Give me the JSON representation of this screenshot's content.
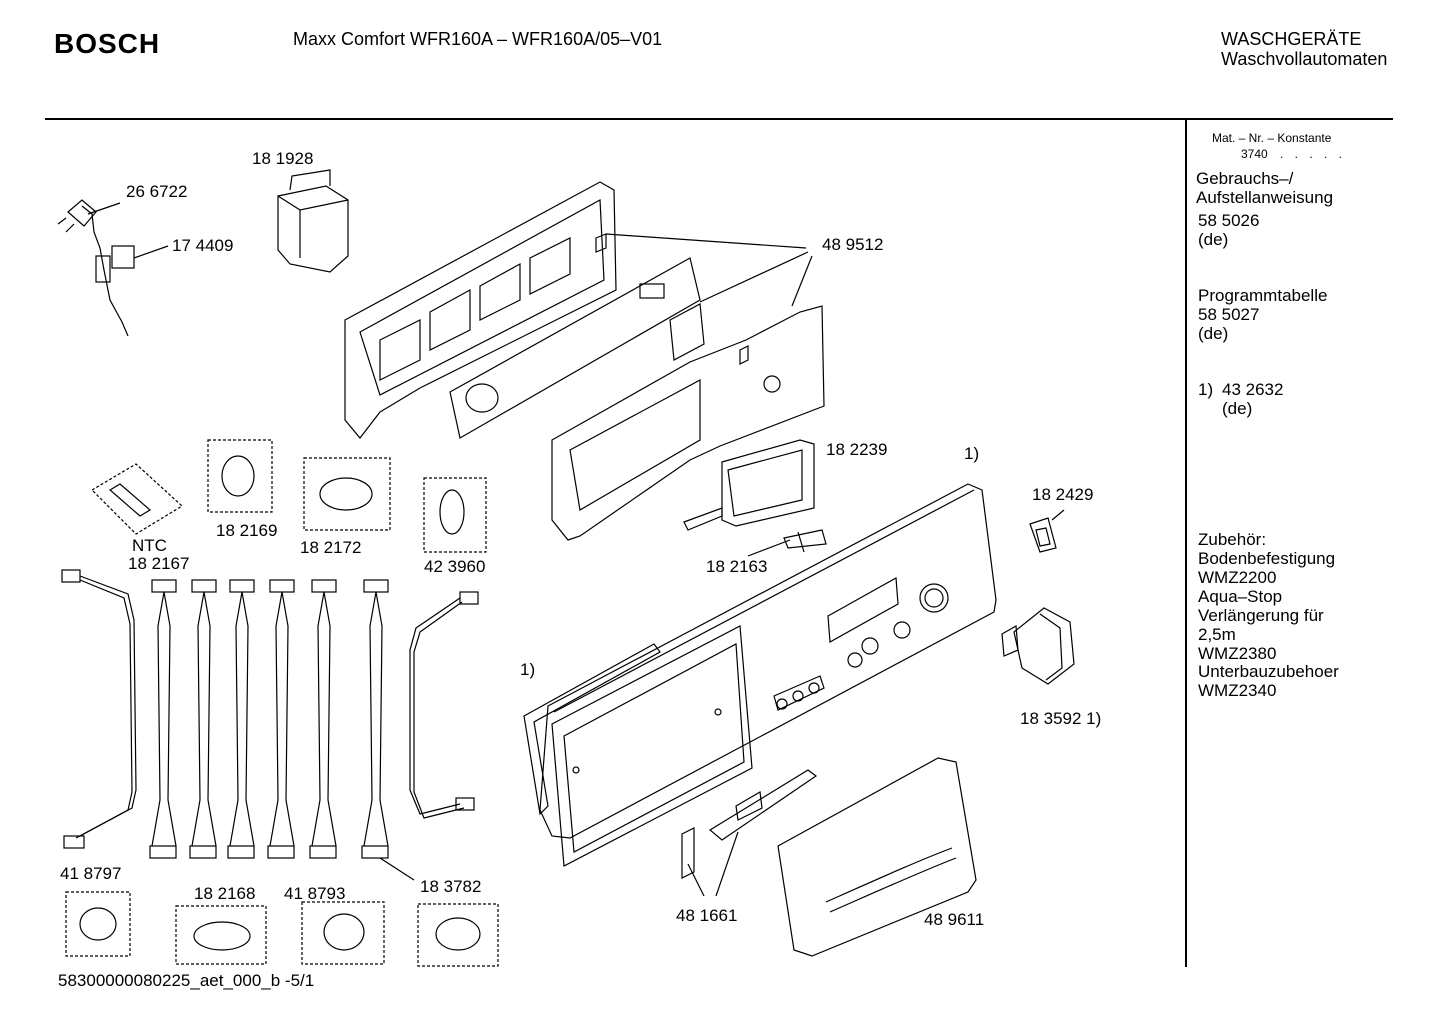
{
  "header": {
    "brand": "BOSCH",
    "model": "Maxx Comfort WFR160A – WFR160A/05–V01",
    "category": "WASCHGERÄTE",
    "subcategory": "Waschvollautomaten"
  },
  "sidebar": {
    "mat_label": "Mat. – Nr. – Konstante",
    "mat_value": "3740",
    "mat_dots": ". . . . .",
    "manual_title_1": "Gebrauchs–/",
    "manual_title_2": "Aufstellanweisung",
    "manual_number": "58 5026",
    "manual_lang": "(de)",
    "program_title": "Programmtabelle",
    "program_number": "58 5027",
    "program_lang": "(de)",
    "note_marker": "1)",
    "note_number": "43 2632",
    "note_lang": "(de)",
    "accessories_title": "Zubehör:",
    "accessories": [
      "Bodenbefestigung",
      "WMZ2200",
      "Aqua–Stop",
      "Verlängerung für",
      "2,5m",
      "WMZ2380",
      "Unterbauzubehoer",
      "WMZ2340"
    ]
  },
  "parts": [
    {
      "id": "p266722",
      "label": "26 6722"
    },
    {
      "id": "p181928",
      "label": "18 1928"
    },
    {
      "id": "p174409",
      "label": "17 4409"
    },
    {
      "id": "p489512",
      "label": "48 9512"
    },
    {
      "id": "p182239",
      "label": "18 2239"
    },
    {
      "id": "pnote1a",
      "label": "1)"
    },
    {
      "id": "p182429",
      "label": "18 2429"
    },
    {
      "id": "p182169",
      "label": "18 2169"
    },
    {
      "id": "pntc",
      "label": "NTC"
    },
    {
      "id": "p182167",
      "label": "18 2167"
    },
    {
      "id": "p182172",
      "label": "18 2172"
    },
    {
      "id": "p423960",
      "label": "42 3960"
    },
    {
      "id": "p182163",
      "label": "18 2163"
    },
    {
      "id": "pnote1b",
      "label": "1)"
    },
    {
      "id": "p183592",
      "label": "18 3592 1)"
    },
    {
      "id": "p418797",
      "label": "41 8797"
    },
    {
      "id": "p182168",
      "label": "18 2168"
    },
    {
      "id": "p418793",
      "label": "41 8793"
    },
    {
      "id": "p183782",
      "label": "18 3782"
    },
    {
      "id": "p481661",
      "label": "48 1661"
    },
    {
      "id": "p489611",
      "label": "48 9611"
    }
  ],
  "footer": {
    "code": "58300000080225_aet_000_b -5/1"
  }
}
